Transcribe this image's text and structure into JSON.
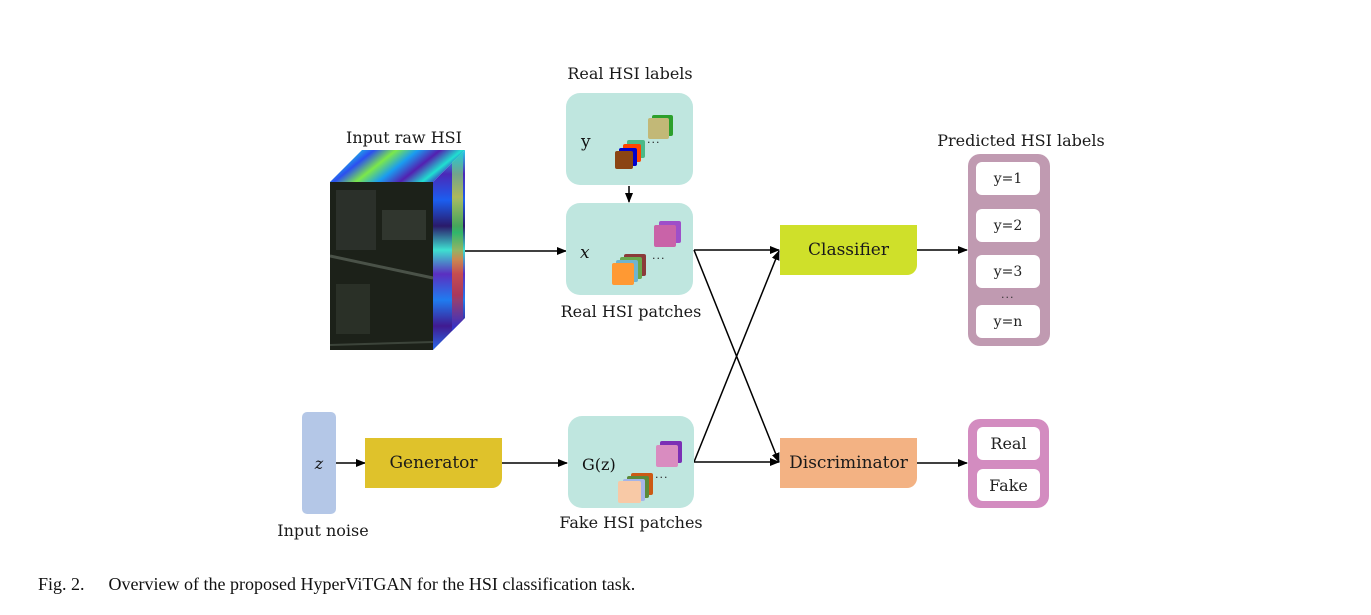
{
  "figure": {
    "caption_number": "Fig. 2.",
    "caption_text": "Overview of the proposed HyperViTGAN for the HSI classification task."
  },
  "nodes": {
    "input_hsi": {
      "label": "Input raw HSI"
    },
    "real_labels": {
      "title": "Real HSI labels",
      "symbol": "y",
      "ellipsis": "..."
    },
    "real_patches": {
      "caption": "Real HSI patches",
      "symbol": "x",
      "ellipsis": "..."
    },
    "noise": {
      "symbol": "z",
      "caption": "Input noise"
    },
    "generator": {
      "label": "Generator"
    },
    "fake_patches": {
      "caption": "Fake HSI patches",
      "symbol": "G(z)",
      "ellipsis": "..."
    },
    "classifier": {
      "label": "Classifier"
    },
    "discriminator": {
      "label": "Discriminator"
    },
    "predicted_labels": {
      "title": "Predicted HSI labels",
      "items": [
        "y=1",
        "y=2",
        "y=3",
        "y=n"
      ],
      "ellipsis": "..."
    },
    "outputs": {
      "items": [
        "Real",
        "Fake"
      ]
    }
  },
  "colors": {
    "teal_box": "#bfe6df",
    "noise_bar": "#b4c7e7",
    "generator": "#dfc22b",
    "classifier": "#cfe02a",
    "discriminator": "#f3b283",
    "predicted_box": "#c09ab1",
    "real_fake_box": "#d38cc0",
    "label_squares": [
      "#8b4513",
      "#0000cd",
      "#ff4500",
      "#4cb987",
      "#c2b877",
      "#2ca02c"
    ],
    "real_patch_squares": [
      "#ff9933",
      "#6fb4d0",
      "#6aa84f",
      "#8b3a3a",
      "#c963a8",
      "#9e4fc9"
    ],
    "fake_patch_squares": [
      "#f8c9a6",
      "#a5b4e8",
      "#5b8a3a",
      "#cc5a14",
      "#d98cc0",
      "#7b2fb5"
    ]
  },
  "edges": [
    {
      "from": "input_hsi",
      "to": "real_patches"
    },
    {
      "from": "real_labels",
      "to": "real_patches"
    },
    {
      "from": "real_patches",
      "to": "classifier"
    },
    {
      "from": "real_patches",
      "to": "discriminator"
    },
    {
      "from": "noise",
      "to": "generator"
    },
    {
      "from": "generator",
      "to": "fake_patches"
    },
    {
      "from": "fake_patches",
      "to": "classifier"
    },
    {
      "from": "fake_patches",
      "to": "discriminator"
    },
    {
      "from": "classifier",
      "to": "predicted_labels"
    },
    {
      "from": "discriminator",
      "to": "outputs"
    }
  ]
}
